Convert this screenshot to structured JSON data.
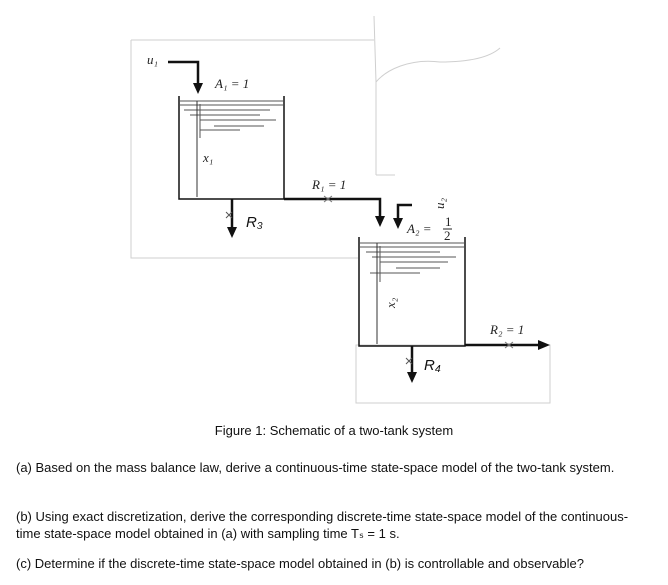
{
  "figure": {
    "labels": {
      "u1": "u₁",
      "a1": "A₁ = 1",
      "x1": "x₁",
      "r1": "R₁ = 1",
      "r3": "R₃",
      "u2": "u₂",
      "a2_prefix": "A₂ =",
      "a2_num": "1",
      "a2_den": "2",
      "x2": "x₂",
      "r2": "R₂ = 1",
      "r4": "R₄"
    },
    "caption": "Figure 1: Schematic of a two-tank system"
  },
  "questions": [
    {
      "label": "(a)",
      "text": "Based on the mass balance law, derive a continuous-time state-space model of the two-tank system."
    },
    {
      "label": "(b)",
      "text": "Using exact discretization, derive the corresponding discrete-time state-space model of the continuous-time state-space model obtained in (a) with sampling time Tₛ = 1 s."
    },
    {
      "label": "(c)",
      "text": "Determine if the discrete-time state-space model obtained in (b) is controllable and observable?"
    }
  ]
}
